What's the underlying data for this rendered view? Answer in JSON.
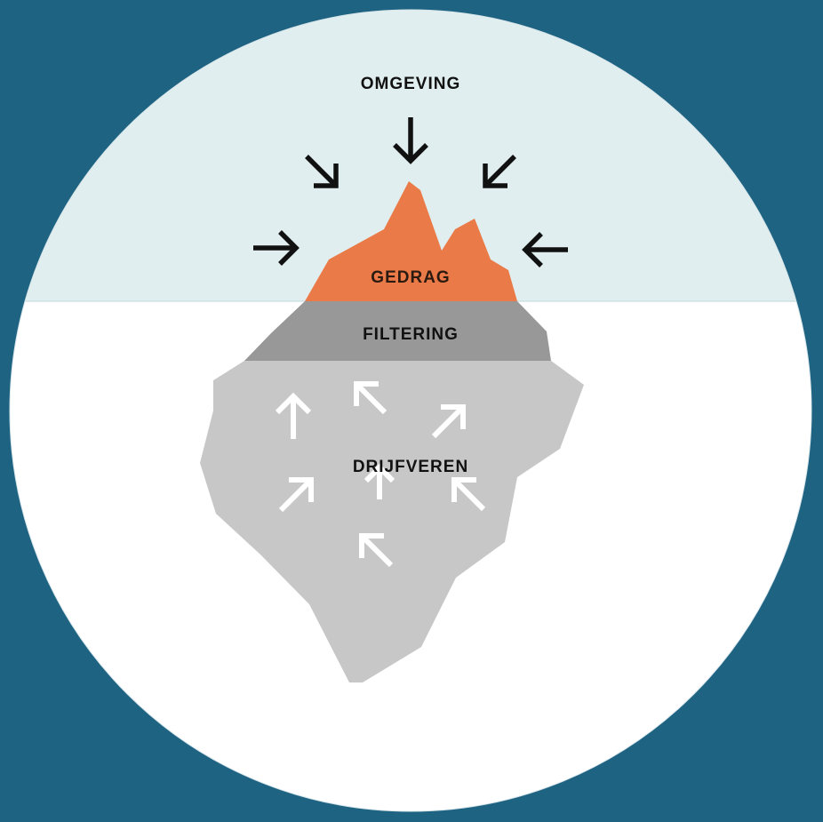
{
  "labels": {
    "environment": "OMGEVING",
    "behavior": "GEDRAG",
    "filtering": "FILTERING",
    "drivers": "DRIJFVEREN"
  },
  "colors": {
    "background": "#1f6383",
    "sky": "#e0eeef",
    "water": "#ffffff",
    "tip": "#ea7a47",
    "filter_band": "#999899",
    "iceberg_body": "#c8c7c8",
    "outer_arrows": "#111111",
    "inner_arrows": "#ffffff"
  },
  "icons": {
    "outer": "arrow-inward-icon",
    "inner": "arrow-upward-icon"
  }
}
